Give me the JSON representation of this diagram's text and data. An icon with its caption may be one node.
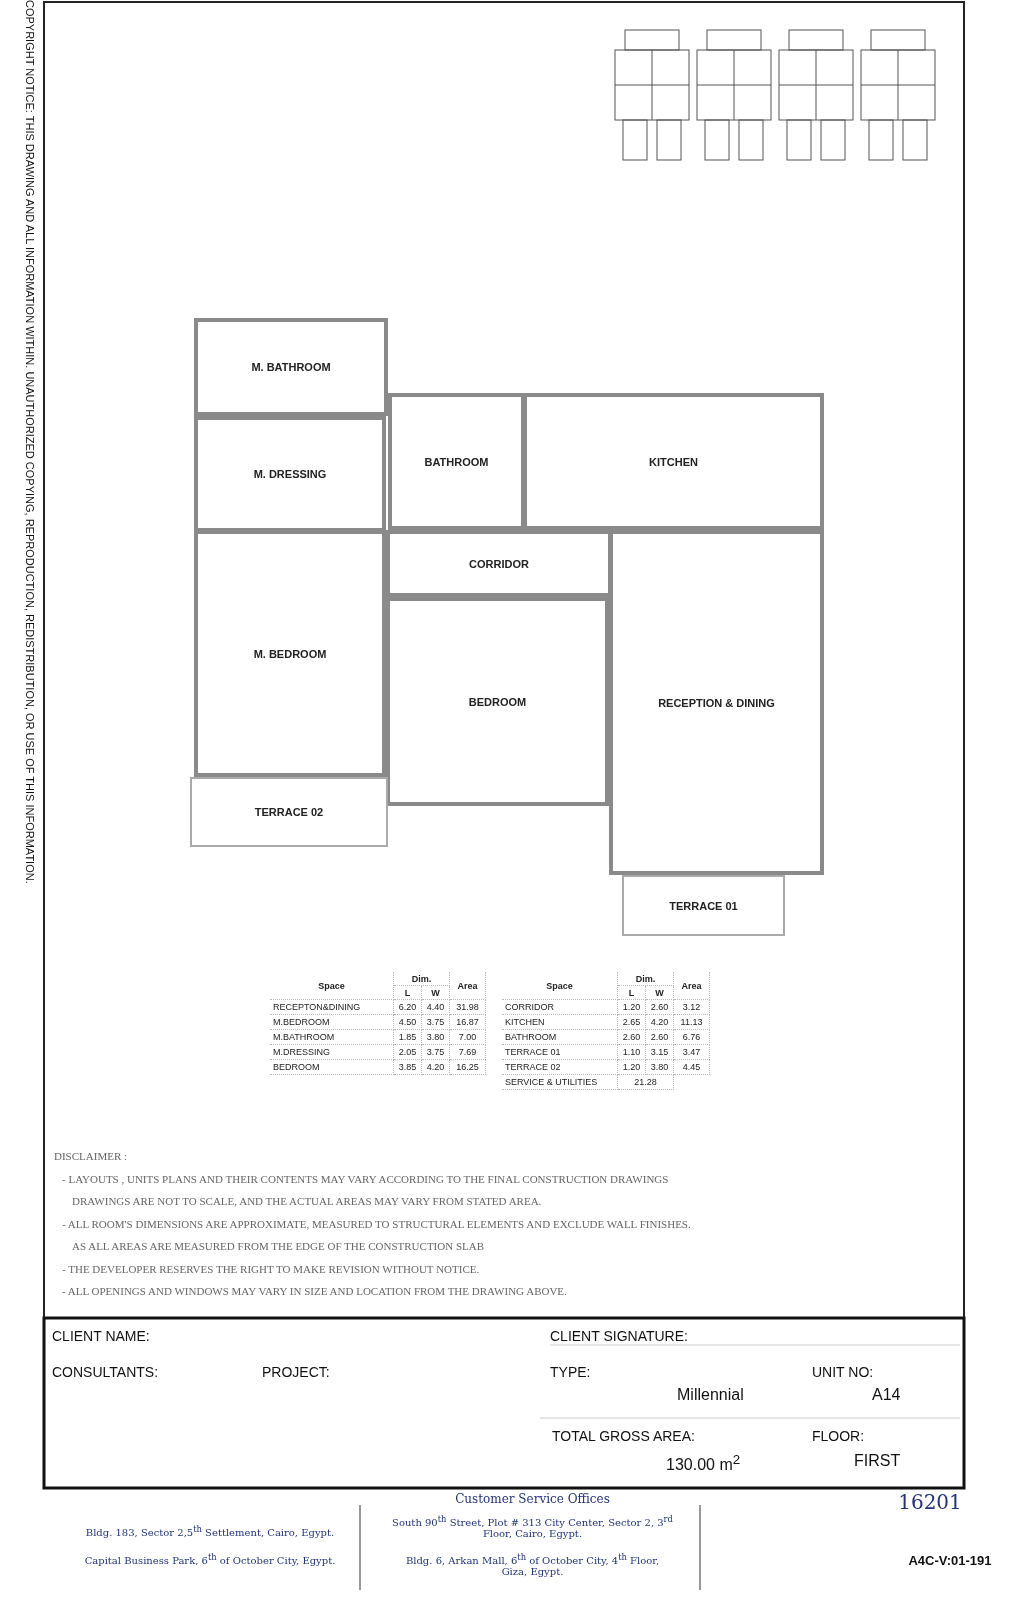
{
  "diagram": {
    "nodes": [
      {
        "text": [
          "M. BATHROOM"
        ]
      },
      {
        "text": [
          "M. DRESSING"
        ]
      },
      {
        "text": [
          "BATHROOM"
        ]
      },
      {
        "text": [
          "KITCHEN"
        ]
      },
      {
        "text": [
          "CORRIDOR"
        ]
      },
      {
        "text": [
          "M. BEDROOM"
        ]
      },
      {
        "text": [
          "BEDROOM"
        ]
      },
      {
        "text": [
          "RECEPTION & DINING"
        ]
      },
      {
        "text": [
          "TERRACE 02"
        ]
      },
      {
        "text": [
          "TERRACE 01"
        ]
      }
    ],
    "edges": [],
    "labels": [
      "COPYRIGHT NOTICE: THIS DRAWING AND ALL INFORMATION WITHIN. UNAUTHORIZED COPYING, REPRODUCTION, REDISTRIBUTION, OR USE OF THIS INFORMATION.",
      "Space",
      "Dim.",
      "Area",
      "L",
      "W",
      "RECEPTON&DINING",
      "6.20",
      "4.40",
      "31.98",
      "M.BEDROOM",
      "4.50",
      "3.75",
      "16.87",
      "M.BATHROOM",
      "1.85",
      "3.80",
      "7.00",
      "M.DRESSING",
      "2.05",
      "3.75",
      "7.69",
      "BEDROOM",
      "3.85",
      "4.20",
      "16.25",
      "Space",
      "Dim.",
      "Area",
      "L",
      "W",
      "CORRIDOR",
      "1.20",
      "2.60",
      "3.12",
      "KITCHEN",
      "2.65",
      "4.20",
      "11.13",
      "BATHROOM",
      "2.60",
      "2.60",
      "6.76",
      "TERRACE 01",
      "1.10",
      "3.15",
      "3.47",
      "TERRACE 02",
      "1.20",
      "3.80",
      "4.45",
      "SERVICE & UTILITIES",
      "21.28",
      "DISCLAIMER :",
      "- LAYOUTS , UNITS PLANS AND THEIR CONTENTS MAY VARY ACCORDING TO THE FINAL CONSTRUCTION DRAWINGS",
      "DRAWINGS ARE NOT TO SCALE, AND THE ACTUAL AREAS MAY VARY FROM STATED AREA.",
      "- ALL ROOM'S DIMENSIONS ARE APPROXIMATE, MEASURED TO STRUCTURAL ELEMENTS AND EXCLUDE WALL FINISHES.",
      "AS ALL AREAS ARE MEASURED FROM THE EDGE OF THE CONSTRUCTION SLAB",
      "- THE DEVELOPER RESERVES THE RIGHT TO MAKE REVISION WITHOUT NOTICE.",
      "- ALL OPENINGS AND WINDOWS MAY VARY IN SIZE AND LOCATION FROM THE DRAWING ABOVE.",
      "CLIENT NAME:",
      "CLIENT SIGNATURE:",
      "CONSULTANTS:",
      "PROJECT:",
      "TYPE:",
      "Millennial",
      "UNIT NO:",
      "A14",
      "TOTAL GROSS AREA:",
      "130.00 m$^{2}$",
      "FLOOR:",
      "FIRST",
      "Bldg. 183, Sector 2,5$^{th}$ Settlement, Cairo, Egypt.",
      "Capital Business Park, 6$^{th}$ of October City, Egypt.",
      "Customer Service Offices",
      "South 90$^{th}$ Street, Plot # 313 City Center, Sector 2, 3$^{rd}$ Floor, Cairo, Egypt.",
      "Bldg. 6, Arkan Mall, 6$^{th}$ of October City, 4$^{th}$ Floor, Giza, Egypt.",
      "16201",
      "A4C-V:01-191"
    ]
  }
}
